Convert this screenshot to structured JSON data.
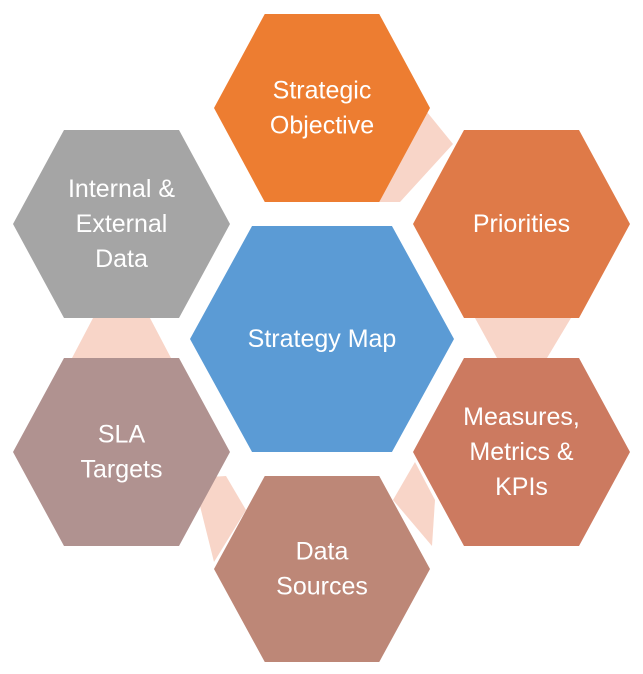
{
  "diagram": {
    "center": {
      "lines": [
        "Strategy Map"
      ],
      "color": "#5b9bd5"
    },
    "nodes": [
      {
        "id": "strategic-objective",
        "lines": [
          "Strategic",
          "Objective"
        ],
        "color": "#ed7d31"
      },
      {
        "id": "priorities",
        "lines": [
          "Priorities"
        ],
        "color": "#df7a48"
      },
      {
        "id": "measures",
        "lines": [
          "Measures,",
          "Metrics &",
          "KPIs"
        ],
        "color": "#cc7a60"
      },
      {
        "id": "data-sources",
        "lines": [
          "Data",
          "Sources"
        ],
        "color": "#bd8777"
      },
      {
        "id": "sla-targets",
        "lines": [
          "SLA",
          "Targets"
        ],
        "color": "#b09290"
      },
      {
        "id": "internal-external-data",
        "lines": [
          "Internal &",
          "External",
          "Data"
        ],
        "color": "#a5a5a5"
      }
    ],
    "connector_color": "#f8d5c8"
  }
}
